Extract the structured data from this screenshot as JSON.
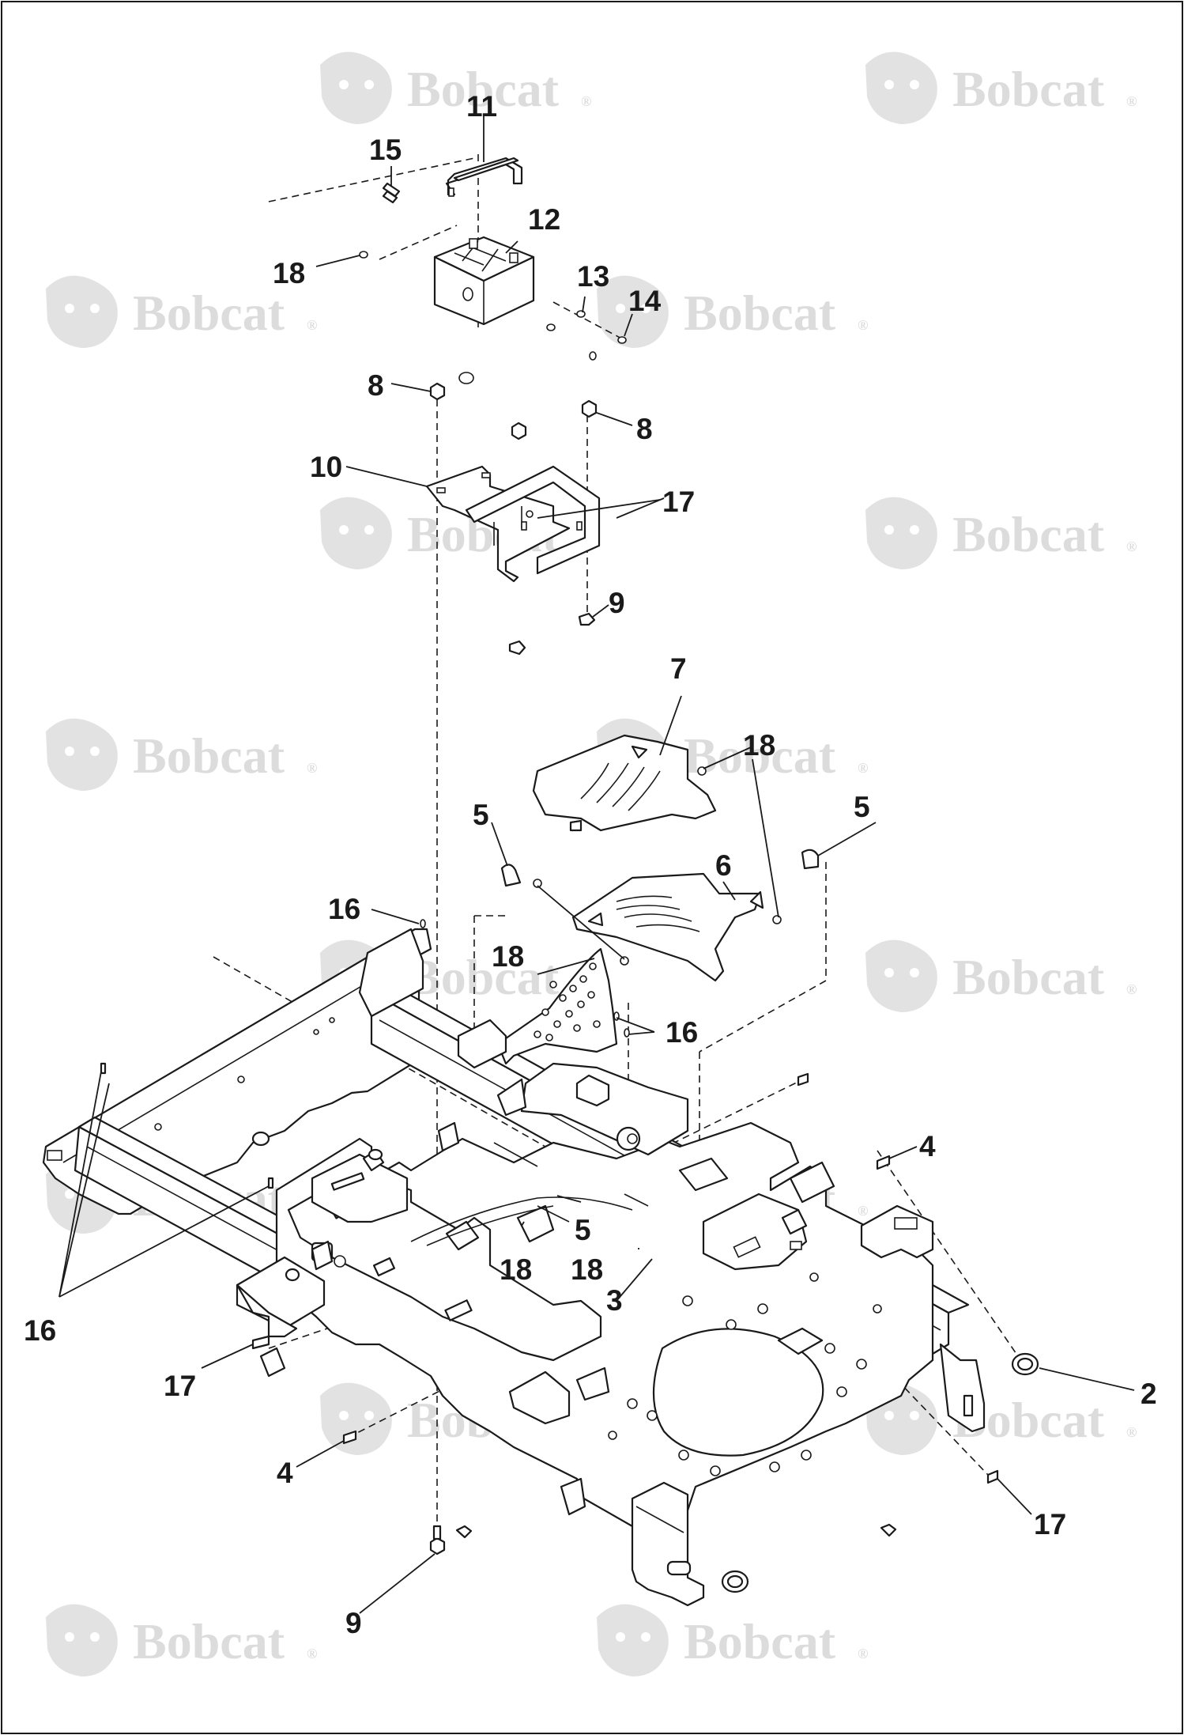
{
  "watermark": {
    "text": "Bobcat",
    "mark": "®"
  },
  "callouts": {
    "c2": "2",
    "c3": "3",
    "c4a": "4",
    "c4b": "4",
    "c5a": "5",
    "c5b": "5",
    "c5c": "5",
    "c6": "6",
    "c7": "7",
    "c8a": "8",
    "c8b": "8",
    "c9a": "9",
    "c9b": "9",
    "c10": "10",
    "c11": "11",
    "c12": "12",
    "c13": "13",
    "c14": "14",
    "c15": "15",
    "c16a": "16",
    "c16b": "16",
    "c16c": "16",
    "c17a": "17",
    "c17b": "17",
    "c17c": "17",
    "c18a": "18",
    "c18b": "18",
    "c18c": "18",
    "c18d": "18",
    "c18e": "18"
  }
}
